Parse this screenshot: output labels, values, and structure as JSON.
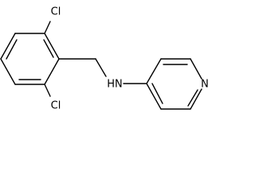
{
  "molecule": {
    "atoms": {
      "cl_top": "Cl",
      "cl_bottom": "Cl",
      "nh": "HN",
      "n_pyridine": "N"
    }
  }
}
